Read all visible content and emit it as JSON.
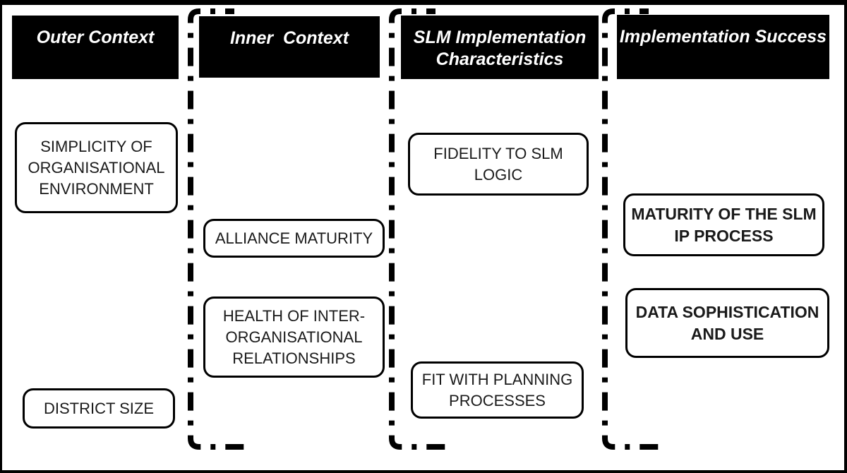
{
  "figure": {
    "type": "conceptual-framework-diagram",
    "colors": {
      "background": "#ffffff",
      "header_bg": "#000000",
      "header_text": "#ffffff",
      "box_border": "#000000",
      "box_text": "#1a1a1a",
      "divider": "#000000"
    },
    "columns": [
      {
        "header": "Outer Context"
      },
      {
        "header": "Inner  Context"
      },
      {
        "header": "SLM Implementation\nCharacteristics"
      },
      {
        "header": "Implementation Success"
      }
    ],
    "boxes": {
      "simplicity": "SIMPLICITY OF\nORGANISATIONAL\nENVIRONMENT",
      "district_size": "DISTRICT SIZE",
      "alliance_maturity": "ALLIANCE MATURITY",
      "health": "HEALTH OF INTER-\nORGANISATIONAL\nRELATIONSHIPS",
      "fidelity": "FIDELITY TO SLM\nLOGIC",
      "fit_planning": "FIT WITH PLANNING\nPROCESSES",
      "maturity_ip": "MATURITY OF THE SLM\nIP PROCESS",
      "data_sophistication": "DATA SOPHISTICATION\nAND USE"
    }
  }
}
